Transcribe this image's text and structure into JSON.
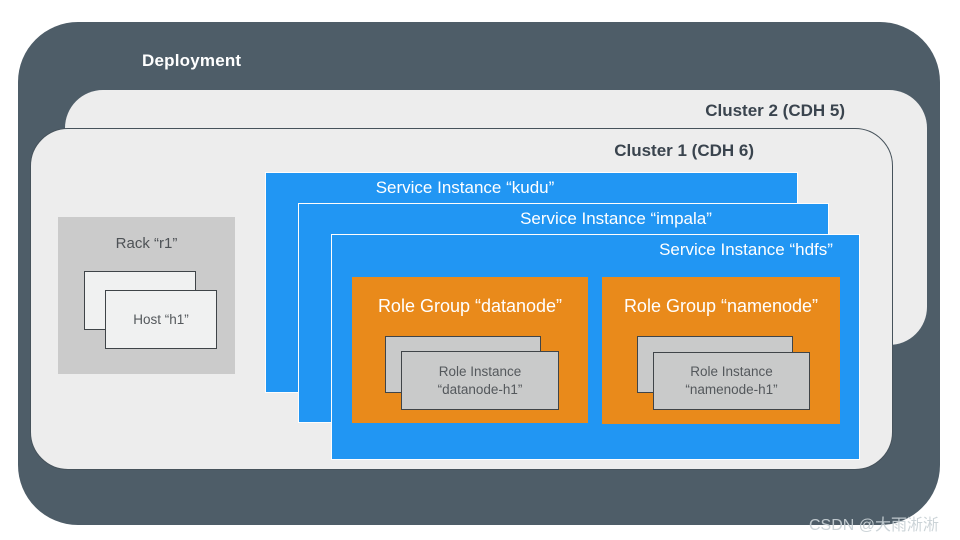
{
  "deployment": {
    "label": "Deployment"
  },
  "cluster2": {
    "label": "Cluster 2 (CDH 5)"
  },
  "cluster1": {
    "label": "Cluster 1 (CDH 6)"
  },
  "rack": {
    "label": "Rack “r1”",
    "host": {
      "label": "Host “h1”"
    }
  },
  "services": {
    "kudu": {
      "label": "Service Instance “kudu”"
    },
    "impala": {
      "label": "Service Instance “impala”"
    },
    "hdfs": {
      "label": "Service Instance “hdfs”"
    }
  },
  "role_groups": {
    "datanode": {
      "label": "Role Group “datanode”",
      "instance": {
        "line1": "Role Instance",
        "line2": "“datanode-h1”"
      }
    },
    "namenode": {
      "label": "Role Group “namenode”",
      "instance": {
        "line1": "Role Instance",
        "line2": "“namenode-h1”"
      }
    }
  },
  "watermark": {
    "label": "CSDN @大雨淅淅"
  },
  "colors": {
    "deployment_bg": "#4E5D68",
    "cluster_bg": "#EDEDED",
    "cluster1_border": "#46525B",
    "service_blue": "#2196F3",
    "role_group_orange": "#E98A1B",
    "rack_gray": "#CBCBCB",
    "host_fill": "#F0F1F1",
    "instance_fill": "#C9CACA",
    "box_border_dark": "#3F4448",
    "label_dark": "#3A444E",
    "label_white": "#FFFFFF"
  }
}
